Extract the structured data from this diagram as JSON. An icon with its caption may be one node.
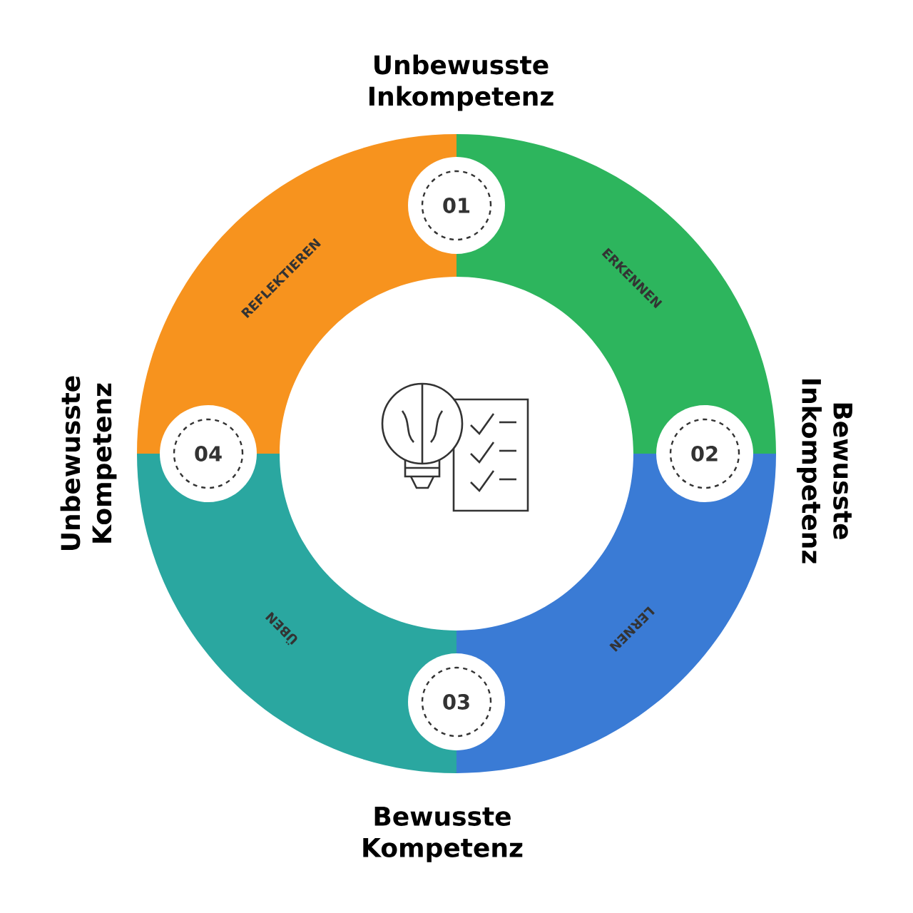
{
  "diagram": {
    "nodes": [
      {
        "text": [
          "01"
        ]
      },
      {
        "text": [
          "ERKENNEN"
        ]
      },
      {
        "text": [
          "02"
        ]
      },
      {
        "text": [
          "LERNEN"
        ]
      },
      {
        "text": [
          "03"
        ]
      },
      {
        "text": [
          "ÜBEN"
        ]
      },
      {
        "text": [
          "04"
        ]
      },
      {
        "text": [
          "REFLEKTIEREN"
        ]
      }
    ],
    "labels": [
      "Unbewusste Inkompetenz",
      "Unbewusste Kompetenz",
      "Bewusste Inkompetenz",
      "Bewusste Kompetenz"
    ]
  }
}
